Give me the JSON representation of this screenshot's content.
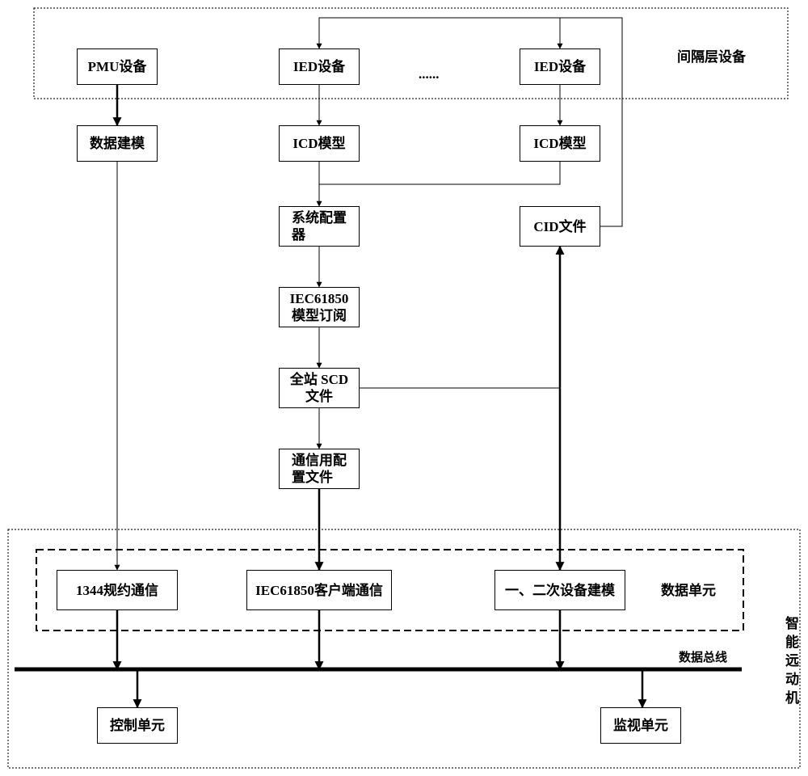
{
  "bay_layer": {
    "label": "间隔层设备",
    "pmu_device": "PMU设备",
    "ied_device_1": "IED设备",
    "ellipsis": "......",
    "ied_device_2": "IED设备"
  },
  "configuration": {
    "data_modeling": "数据建模",
    "icd_model_1": "ICD模型",
    "icd_model_2": "ICD模型",
    "system_configurator": [
      "系统配置",
      "器"
    ],
    "cid_file": "CID文件",
    "iec61850_subscription": [
      "IEC61850",
      "模型订阅"
    ],
    "station_scd_file": [
      "全站 SCD",
      "文件"
    ],
    "comm_config_file": [
      "通信用配",
      "置文件"
    ]
  },
  "smart_rtu": {
    "label": "智能远动机",
    "data_unit": {
      "label": "数据单元",
      "protocol_1344": "1344规约通信",
      "iec61850_client": "IEC61850客户端通信",
      "device_modeling": "一、二次设备建模"
    },
    "data_bus": {
      "label": "数据总线"
    },
    "control_unit": "控制单元",
    "monitor_unit": "监视单元"
  }
}
